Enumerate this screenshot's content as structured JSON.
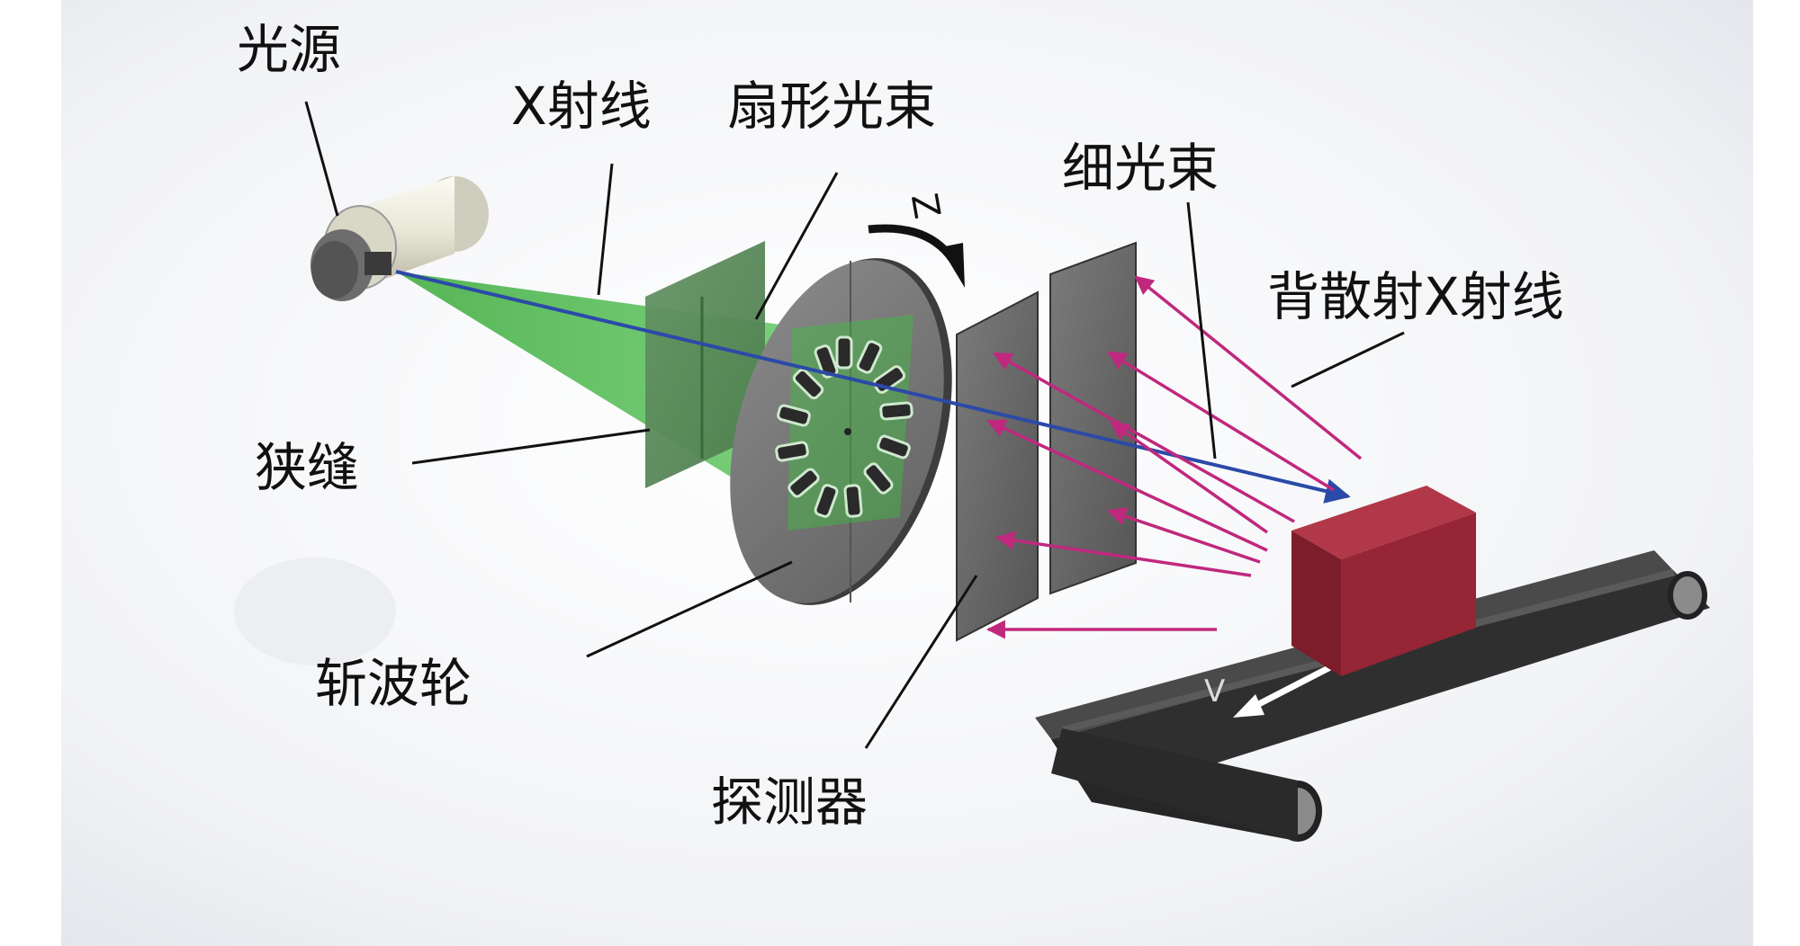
{
  "labels": {
    "light_source": "光源",
    "xray": "X射线",
    "fan_beam": "扇形光束",
    "thin_beam": "细光束",
    "backscatter": "背散射X射线",
    "slit": "狭缝",
    "chopper_wheel": "斩波轮",
    "detector": "探测器",
    "rotation_symbol": "Z",
    "velocity_symbol": "V"
  },
  "colors": {
    "fan_beam": "#2fa52f",
    "thin_beam": "#2b4aa8",
    "backscatter_rays": "#c0287e",
    "target_box": "#8e2030",
    "conveyor": "#3a3a3a",
    "plates": "#6b6b6b"
  },
  "icons": [
    "rotation-arrow-icon",
    "velocity-arrow-icon"
  ]
}
